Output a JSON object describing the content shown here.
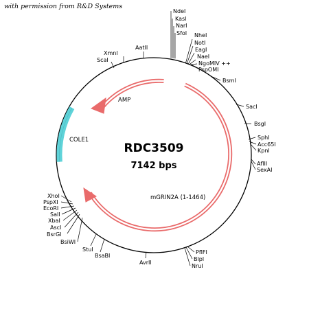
{
  "credit": "with permission from R&D Systems",
  "plasmid": {
    "name": "RDC3509",
    "size": "7142 bps"
  },
  "features": {
    "amp": "AMP",
    "cole1": "COLE1",
    "insert": "mGRIN2A (1-1464)"
  },
  "sites": {
    "ndeI": "NdeI",
    "kasI": "KasI",
    "narI": "NarI",
    "sfoI": "SfoI",
    "nheI": "NheI",
    "notI": "NotI",
    "eagI": "EagI",
    "naeI": "NaeI",
    "ngoMIV": "NgoMIV ++",
    "pspOMI": "PspOMI",
    "bsmI": "BsmI",
    "sacI": "SacI",
    "bsgI": "BsgI",
    "sphI": "SphI",
    "acc65I": "Acc65I",
    "kpnI": "KpnI",
    "aflII": "AflII",
    "sexAI": "SexAI",
    "pflFI": "PflFI",
    "blpI": "BlpI",
    "nruI": "NruI",
    "avrII": "AvrII",
    "bsaBI": "BsaBI",
    "stuI": "StuI",
    "bsiWI": "BsiWI",
    "bsrGI": "BsrGI",
    "ascI": "AscI",
    "xbaI": "XbaI",
    "salI": "SalI",
    "ecoRI": "EcoRI",
    "pspXI": "PspXI",
    "xhoI": "XhoI",
    "scaI": "ScaI",
    "xmnI": "XmnI",
    "aatII": "AatII"
  },
  "colors": {
    "backbone": "#000000",
    "amp_arrow": "#e96b6b",
    "insert_arrow": "#e96b6b",
    "cole1_bar": "#5fd3d9"
  }
}
